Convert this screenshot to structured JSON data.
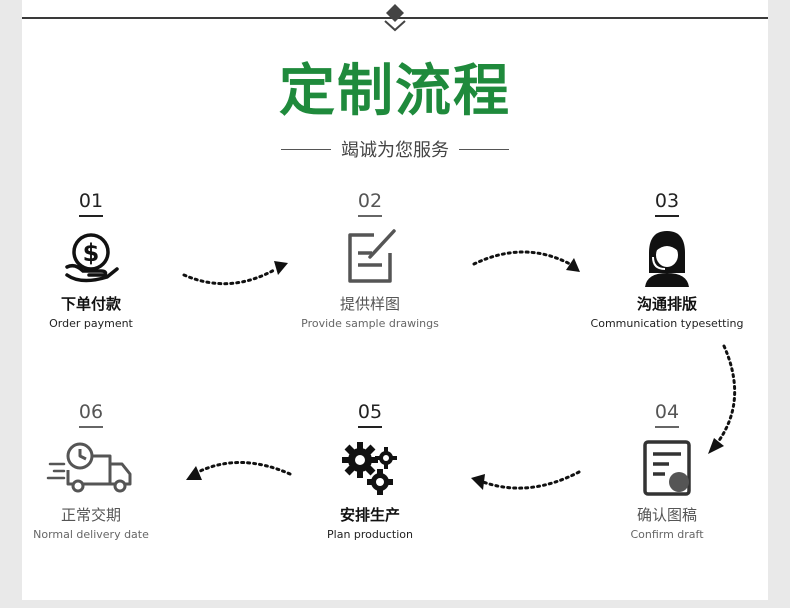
{
  "header": {
    "title": "定制流程",
    "subtitle": "竭诚为您服务"
  },
  "steps": [
    {
      "num": "01",
      "cn": "下单付款",
      "en": "Order payment",
      "icon": "dollar-coin-hand-icon"
    },
    {
      "num": "02",
      "cn": "提供样图",
      "en": "Provide sample drawings",
      "icon": "sketch-pad-icon"
    },
    {
      "num": "03",
      "cn": "沟通排版",
      "en": "Communication typesetting",
      "icon": "headset-agent-icon"
    },
    {
      "num": "04",
      "cn": "确认图稿",
      "en": "Confirm draft",
      "icon": "document-check-icon"
    },
    {
      "num": "05",
      "cn": "安排生产",
      "en": "Plan production",
      "icon": "gears-icon"
    },
    {
      "num": "06",
      "cn": "正常交期",
      "en": "Normal delivery date",
      "icon": "delivery-truck-icon"
    }
  ],
  "colors": {
    "title": "#1f8a3c",
    "text_dark": "#111111",
    "text_light": "#555555",
    "rule": "#3a3a3a"
  }
}
